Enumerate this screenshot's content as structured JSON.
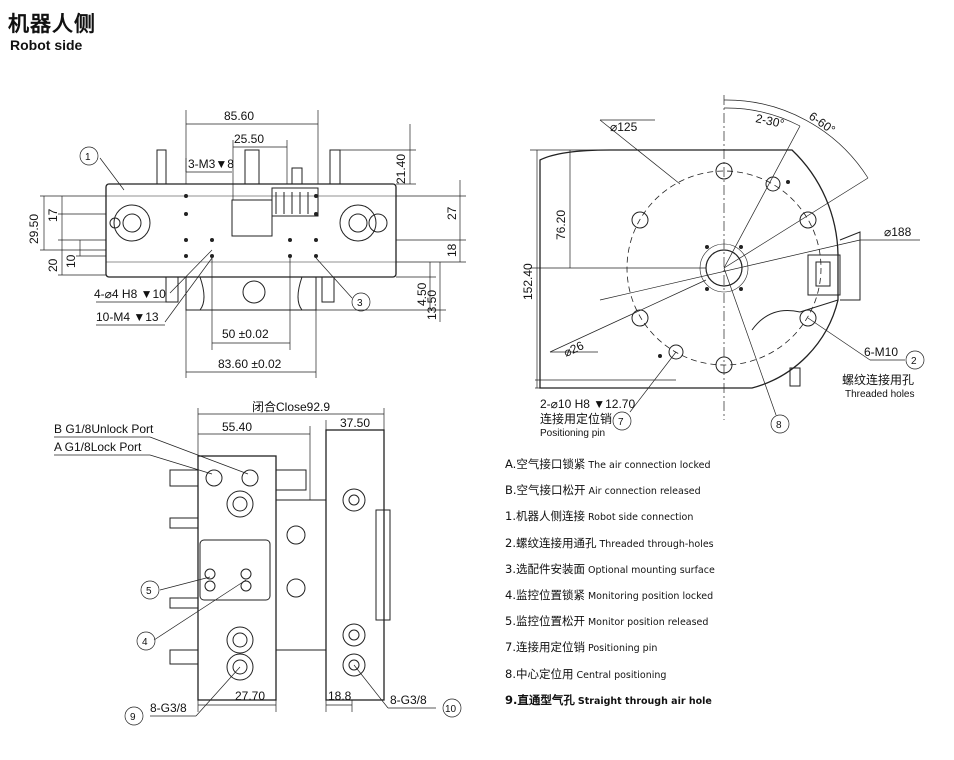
{
  "header": {
    "title_cn": "机器人侧",
    "title_en": "Robot side"
  },
  "top_view": {
    "dims": {
      "d85": "85.60",
      "d25": "25.50",
      "m3": "3-M3▼8",
      "d21": "21.40",
      "d29": "29.50",
      "d17": "17",
      "d20": "20",
      "d10": "10",
      "d27": "27",
      "d18": "18",
      "d450": "4.50",
      "d1350": "13.50",
      "d50": "50 ±0.02",
      "d8360": "83.60 ±0.02"
    },
    "callouts": {
      "pin": "4-⌀4 H8 ▼10",
      "m4": "10-M4 ▼13",
      "n1": "1",
      "n3": "3"
    }
  },
  "circle_view": {
    "dims": {
      "d125": "⌀125",
      "d7620": "76.20",
      "d15240": "152.40",
      "d188": "⌀188",
      "d26": "⌀26",
      "a230": "2-30°",
      "a660": "6-60°"
    },
    "callouts": {
      "m10": "6-M10",
      "n2": "2",
      "thread_cn": "螺纹连接用孔",
      "thread_en": "Threaded holes",
      "pos": "2-⌀10 H8 ▼12.70",
      "pos_cn": "连接用定位销",
      "pos_en": "Positioning pin",
      "n7": "7",
      "n8": "8"
    }
  },
  "side_view": {
    "dims": {
      "close": "闭合Close92.9",
      "d5540": "55.40",
      "d3750": "37.50",
      "d2770": "27.70",
      "d188": "18.8"
    },
    "callouts": {
      "bport": "B G1/8Unlock Port",
      "aport": "A G1/8Lock Port",
      "g38a": "8-G3/8",
      "g38b": "8-G3/8",
      "n4": "4",
      "n5": "5",
      "n9": "9",
      "n10": "10"
    }
  },
  "legend": [
    {
      "cn": "A.空气接口锁紧",
      "en": "The air connection locked"
    },
    {
      "cn": "B.空气接口松开",
      "en": "Air connection released"
    },
    {
      "cn": "1.机器人侧连接",
      "en": "Robot side connection"
    },
    {
      "cn": "2.螺纹连接用通孔",
      "en": "Threaded through-holes"
    },
    {
      "cn": "3.选配件安装面",
      "en": "Optional mounting surface"
    },
    {
      "cn": "4.监控位置锁紧",
      "en": "Monitoring position locked"
    },
    {
      "cn": "5.监控位置松开",
      "en": "Monitor position released"
    },
    {
      "cn": "7.连接用定位销",
      "en": "Positioning pin"
    },
    {
      "cn": "8.中心定位用",
      "en": "Central positioning"
    },
    {
      "cn": "9.直通型气孔",
      "en": "Straight through air hole"
    }
  ]
}
